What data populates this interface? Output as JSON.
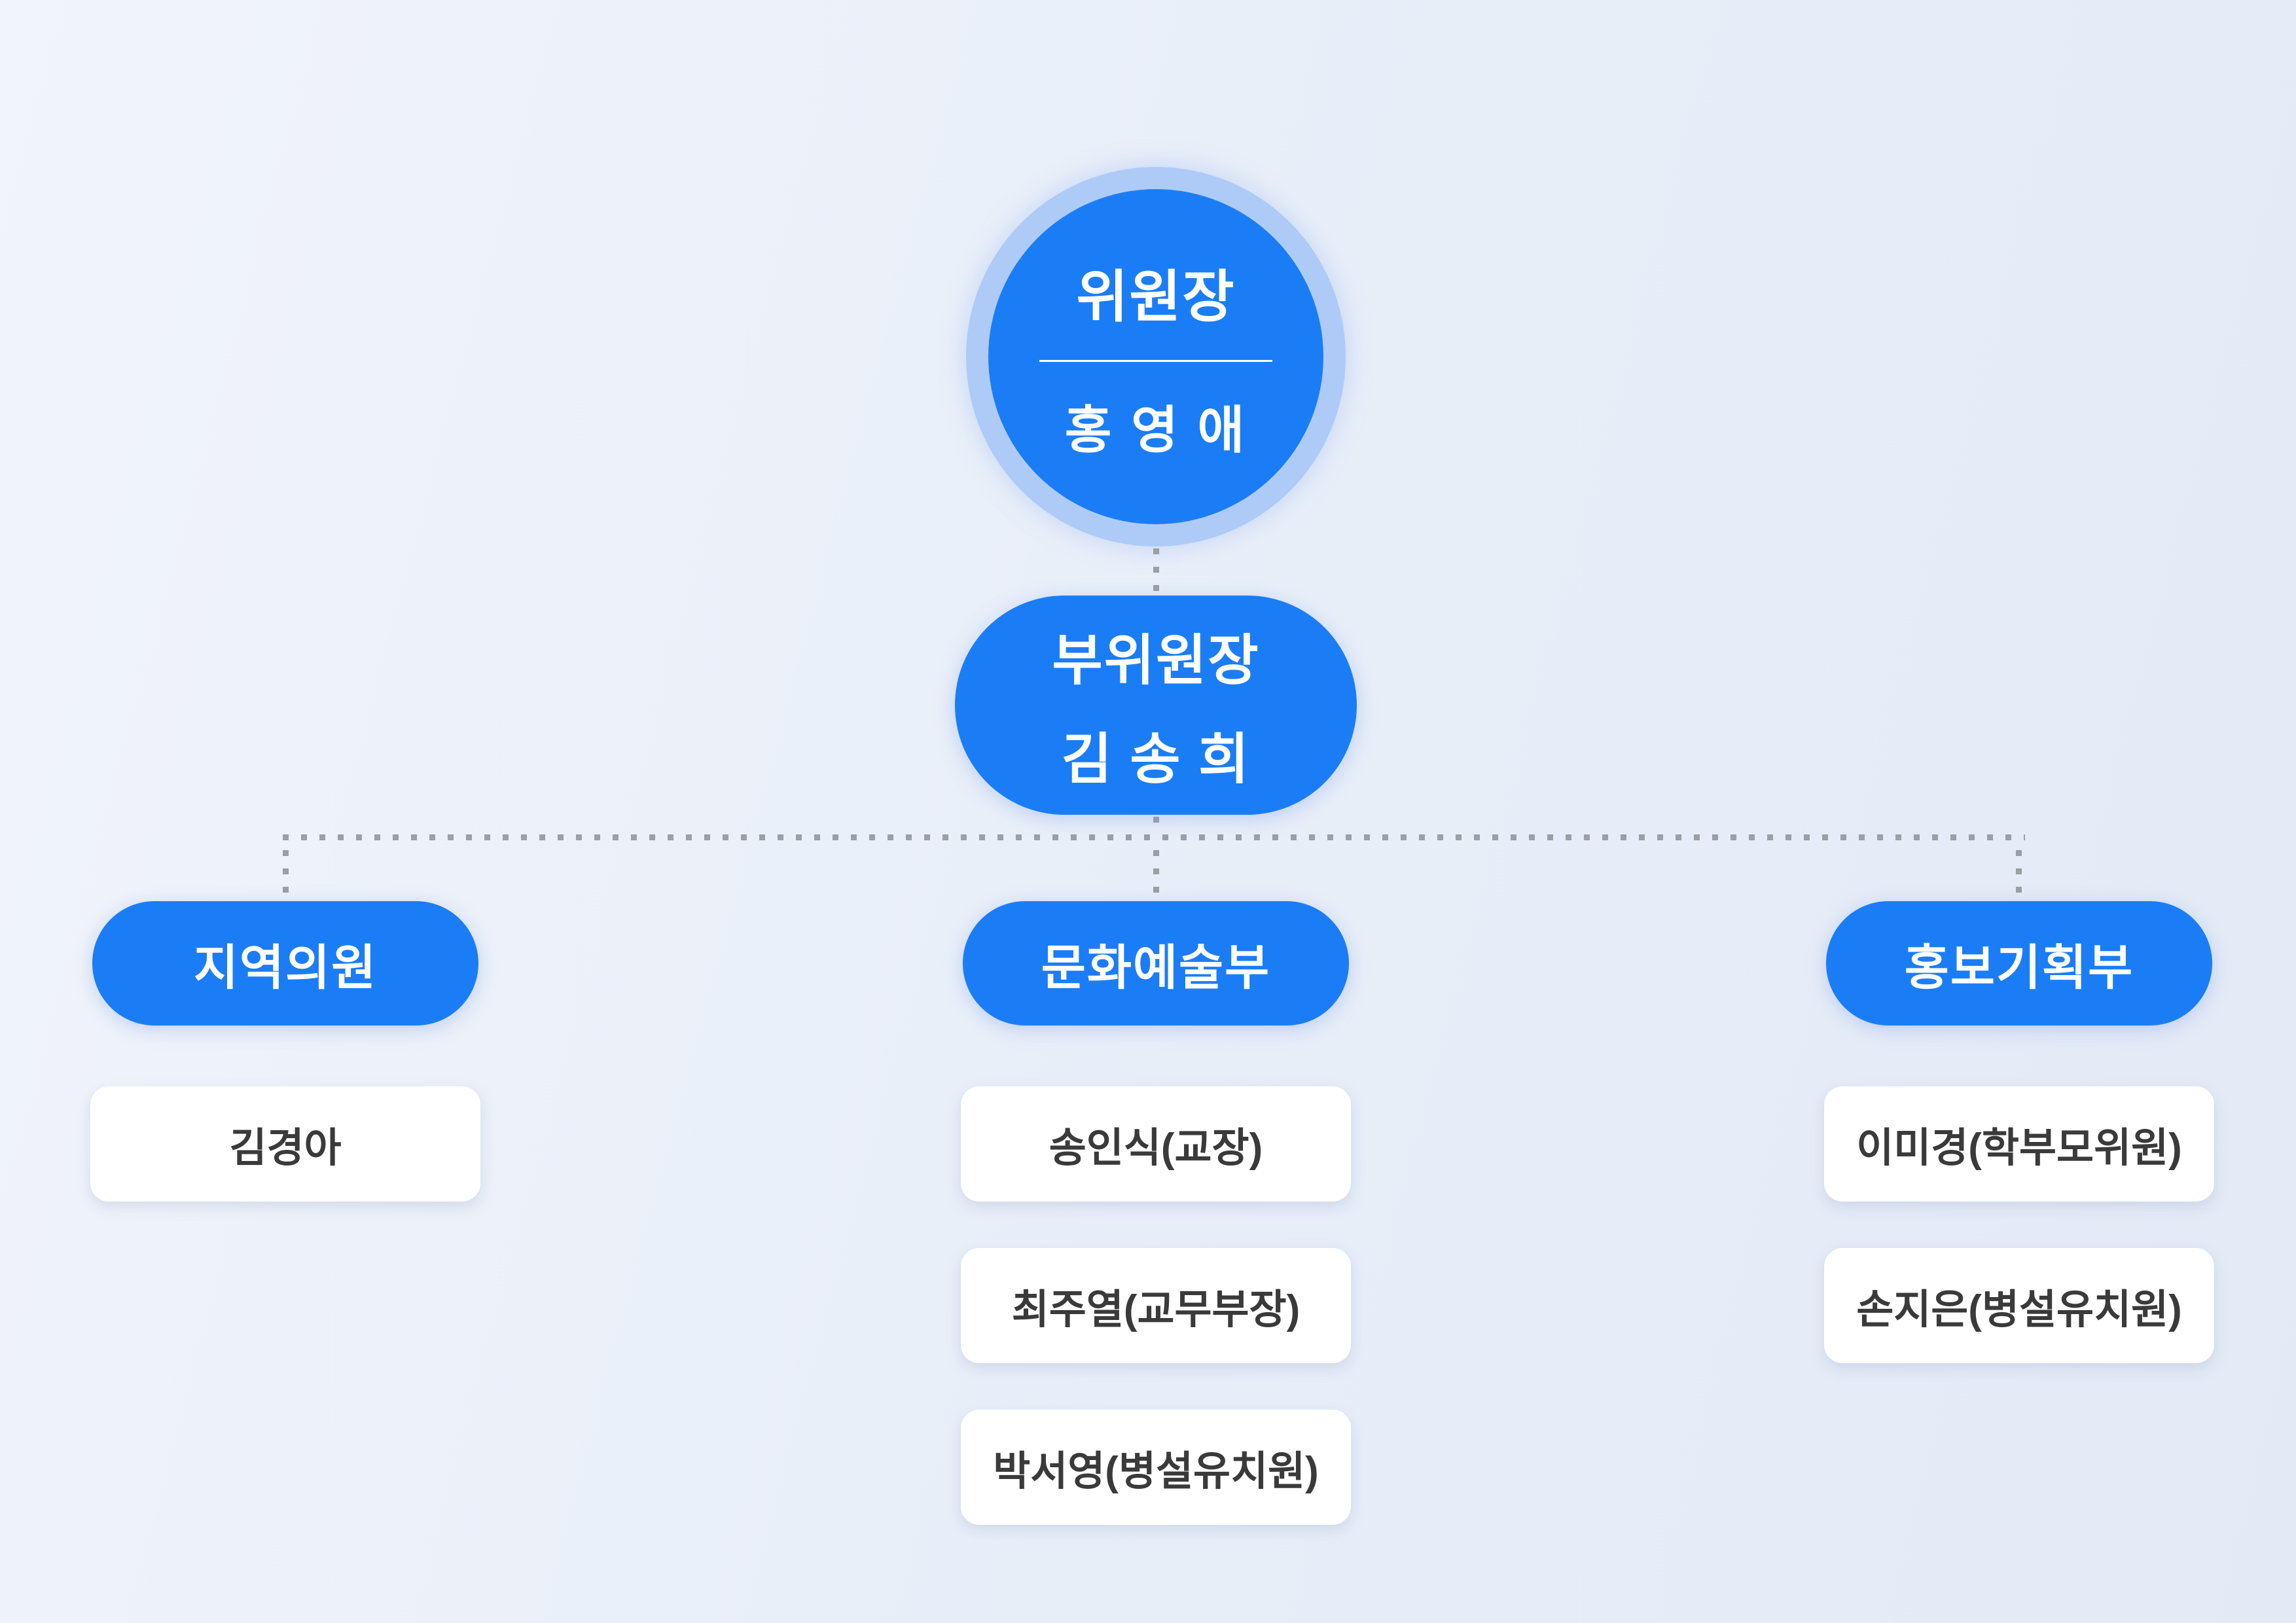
{
  "colors": {
    "primary_blue": "#1B7DF6",
    "halo_blue": "#AECBF7",
    "card_background": "#FFFFFF",
    "card_text": "#3A3A3A",
    "dotted_line_gray": "#9B9FA6",
    "background_start": "#F1F4FA",
    "background_end": "#E3EAF6"
  },
  "chairman": {
    "title": "위원장",
    "name": "홍 영 애"
  },
  "vice_chairman": {
    "title": "부위원장",
    "name": "김 송 희"
  },
  "branches": [
    {
      "title": "지역의원",
      "members": [
        "김경아"
      ]
    },
    {
      "title": "문화예술부",
      "members": [
        "송인식(교장)",
        "최주열(교무부장)",
        "박서영(병설유치원)"
      ]
    },
    {
      "title": "홍보기획부",
      "members": [
        "이미경(학부모위원)",
        "손지은(병설유치원)"
      ]
    }
  ]
}
